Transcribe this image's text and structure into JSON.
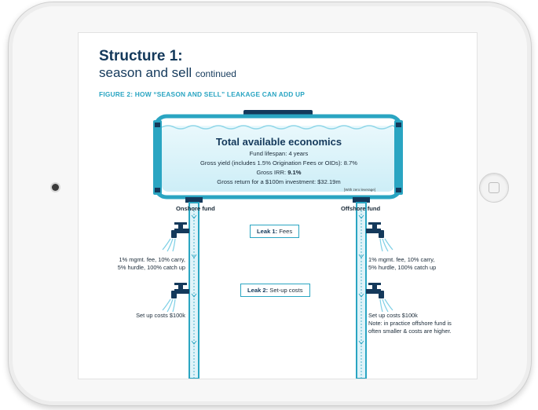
{
  "page": {
    "title": "Structure 1:",
    "subtitle": "season and sell",
    "subtitle_suffix": "continued",
    "figure_caption": "FIGURE 2: HOW “SEASON AND SELL” LEAKAGE CAN ADD UP"
  },
  "tank": {
    "title": "Total available economics",
    "lines": [
      "Fund lifespan: 4 years",
      "Gross yield (includes 1.5% Origination Fees or OIDs): 8.7%",
      "Gross IRR:",
      "Gross return for a $100m investment: $32.19m"
    ],
    "irr_value": "9.1%",
    "note": "[With zero leverage]"
  },
  "funds": {
    "onshore": "Onshore fund",
    "offshore": "Offshore fund"
  },
  "leaks": [
    {
      "label": "Leak 1:",
      "text": "Fees"
    },
    {
      "label": "Leak 2:",
      "text": "Set-up costs"
    }
  ],
  "onshore_fees": [
    "1% mgmt. fee, 10% carry,",
    "5% hurdle, 100% catch up"
  ],
  "onshore_setup": "Set up costs $100k",
  "offshore_fees": [
    "1% mgmt. fee, 10% carry,",
    "5% hurdle, 100% catch up"
  ],
  "offshore_setup": [
    "Set up costs $100k",
    "Note: in practice offshore fund is",
    "often smaller & costs are higher."
  ],
  "colors": {
    "navy": "#14395b",
    "cyan": "#2aa5c2",
    "water": "#d9f1f8",
    "pipe": "#2aa5c2"
  }
}
